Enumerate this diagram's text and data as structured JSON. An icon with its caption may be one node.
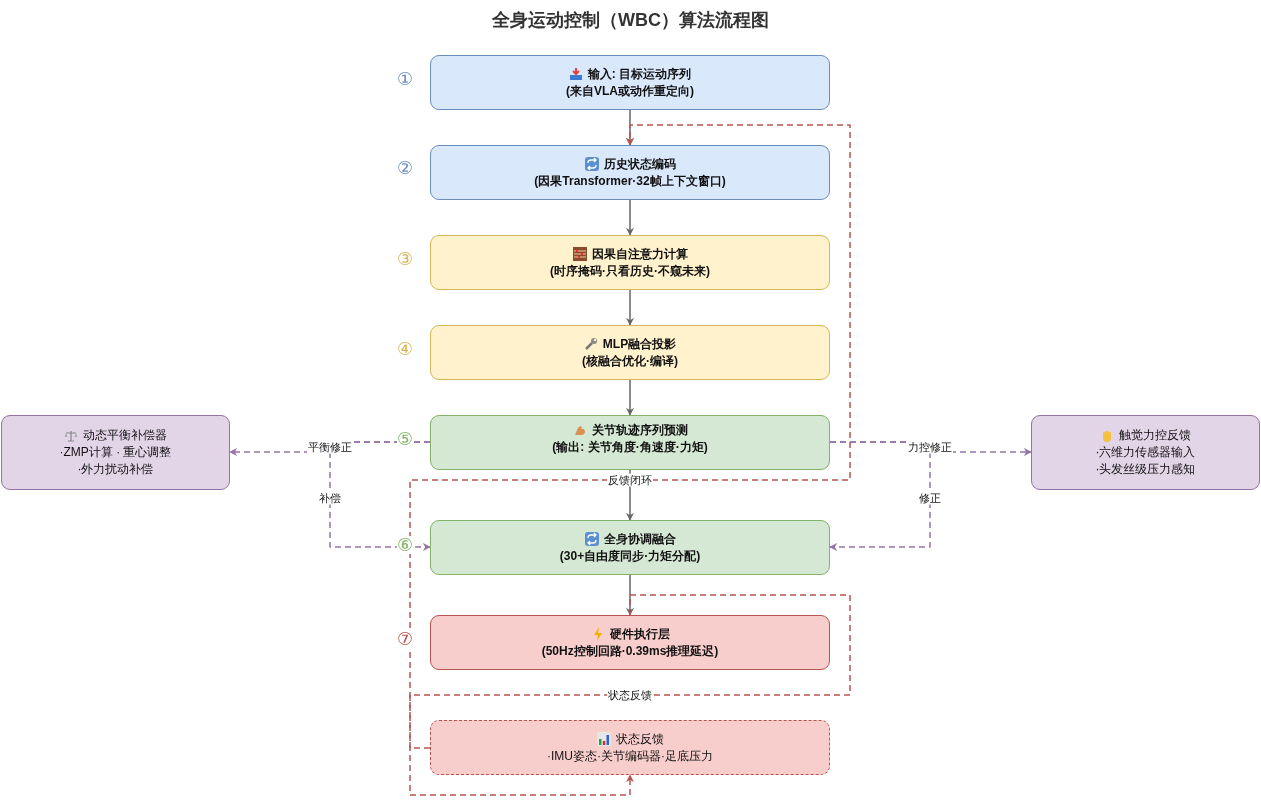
{
  "diagram": {
    "title": "全身运动控制（WBC）算法流程图",
    "nodes": [
      {
        "text": [
          "输入: 目标运动序列",
          "(来自VLA或动作重定向)"
        ]
      },
      {
        "text": [
          "历史状态编码",
          "(因果Transformer·32帧上下文窗口)"
        ]
      },
      {
        "text": [
          "因果自注意力计算",
          "(时序掩码·只看历史·不窥未来)"
        ]
      },
      {
        "text": [
          "MLP融合投影",
          "(核融合优化·编译)"
        ]
      },
      {
        "text": [
          "关节轨迹序列预测",
          "(输出: 关节角度·角速度·力矩)"
        ]
      },
      {
        "text": [
          "全身协调融合",
          "(30+自由度同步·力矩分配)"
        ]
      },
      {
        "text": [
          "硬件执行层",
          "(50Hz控制回路·0.39ms推理延迟)"
        ]
      },
      {
        "text": [
          "状态反馈",
          "·IMU姿态·关节编码器·足底压力"
        ]
      },
      {
        "text": [
          "动态平衡补偿器",
          "·ZMP计算 · 重心调整",
          "·外力扰动补偿"
        ]
      },
      {
        "text": [
          "触觉力控反馈",
          "·六维力传感器输入",
          "·头发丝级压力感知"
        ]
      }
    ],
    "edges": [
      {
        "from": 0,
        "to": 1,
        "arrow": "to"
      },
      {
        "from": 1,
        "to": 2,
        "arrow": "to"
      },
      {
        "from": 2,
        "to": 3,
        "arrow": "to"
      },
      {
        "from": 3,
        "to": 4,
        "arrow": "to"
      },
      {
        "from": 4,
        "to": 5,
        "arrow": "to"
      },
      {
        "from": 5,
        "to": 6,
        "arrow": "to"
      },
      {
        "from": 4,
        "to": 8,
        "arrow": "to",
        "label": "平衡修正",
        "style": "dashed",
        "color": "#9673a6"
      },
      {
        "from": 4,
        "to": 5,
        "arrow": "to",
        "label": "补偿",
        "style": "dashed",
        "color": "#9673a6"
      },
      {
        "from": 4,
        "to": 9,
        "arrow": "to",
        "label": "力控修正",
        "style": "dashed",
        "color": "#9673a6"
      },
      {
        "from": 4,
        "to": 5,
        "arrow": "to",
        "label": "修正",
        "style": "dashed",
        "color": "#9673a6"
      },
      {
        "from": 6,
        "to": 7,
        "arrow": "to",
        "label": "状态反馈",
        "style": "dashed",
        "color": "#b85450"
      },
      {
        "from": 7,
        "to": 1,
        "arrow": "to",
        "label": "反馈闭环",
        "style": "dashed",
        "color": "#b85450"
      }
    ],
    "labels": [
      "①",
      "②",
      "③",
      "④",
      "⑤",
      "⑥",
      "⑦"
    ]
  }
}
